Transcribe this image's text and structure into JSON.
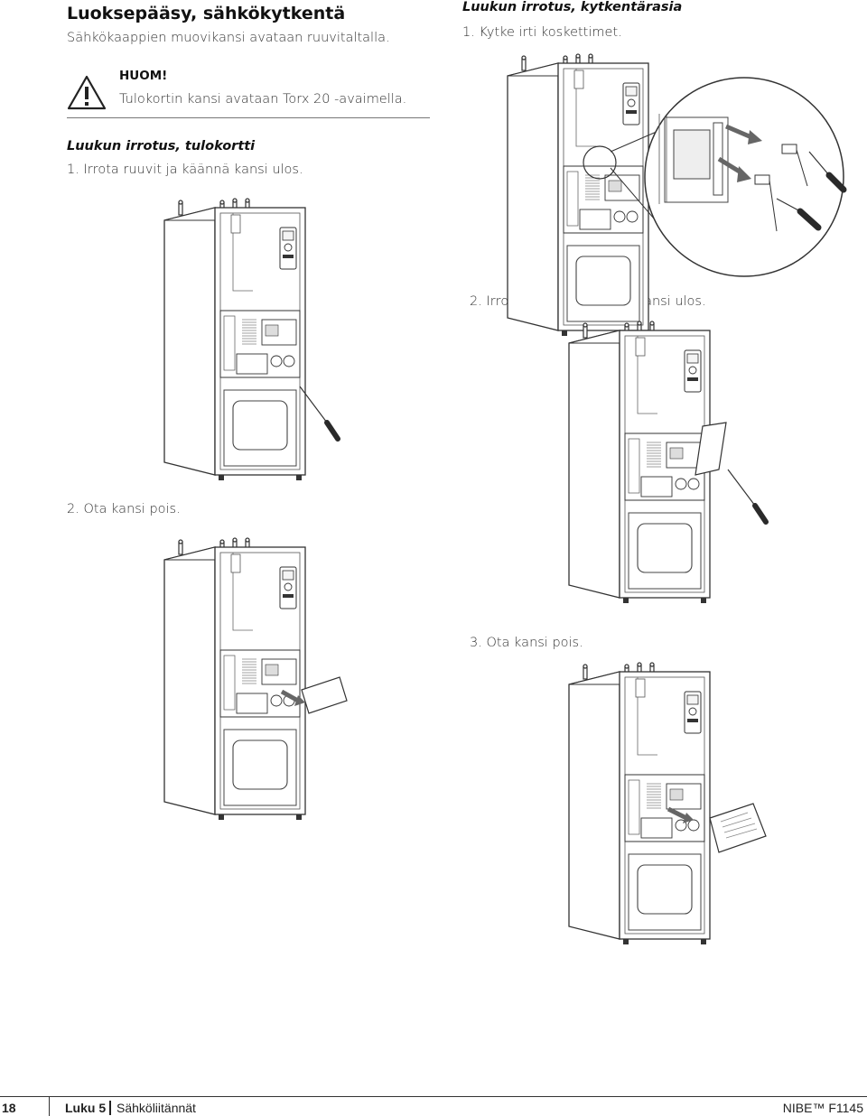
{
  "page": {
    "heading": "Luoksepääsy, sähkökytkentä",
    "intro": "Sähkökaappien muovikansi avataan ruuvitaltalla."
  },
  "note": {
    "icon": "warning-icon",
    "title": "HUOM!",
    "text": "Tulokortin kansi avataan Torx 20 -avaimella."
  },
  "left_section": {
    "title": "Luukun irrotus, tulokortti",
    "step1": "1.  Irrota ruuvit ja käännä kansi ulos.",
    "step2": "2.  Ota kansi pois."
  },
  "right_section": {
    "title": "Luukun irrotus, kytkentärasia",
    "step1": "1.  Kytke irti koskettimet.",
    "step2": "2.  Irrota ruuvit ja käännä kansi ulos.",
    "step3": "3.  Ota kansi pois."
  },
  "footer": {
    "page_number": "18",
    "chapter": "Luku 5",
    "chapter_title": "Sähköliitännät",
    "product": "NIBE™ F1145"
  },
  "colors": {
    "line": "#333333",
    "tool_handle": "#2a2a2a",
    "arrow": "#666666"
  }
}
